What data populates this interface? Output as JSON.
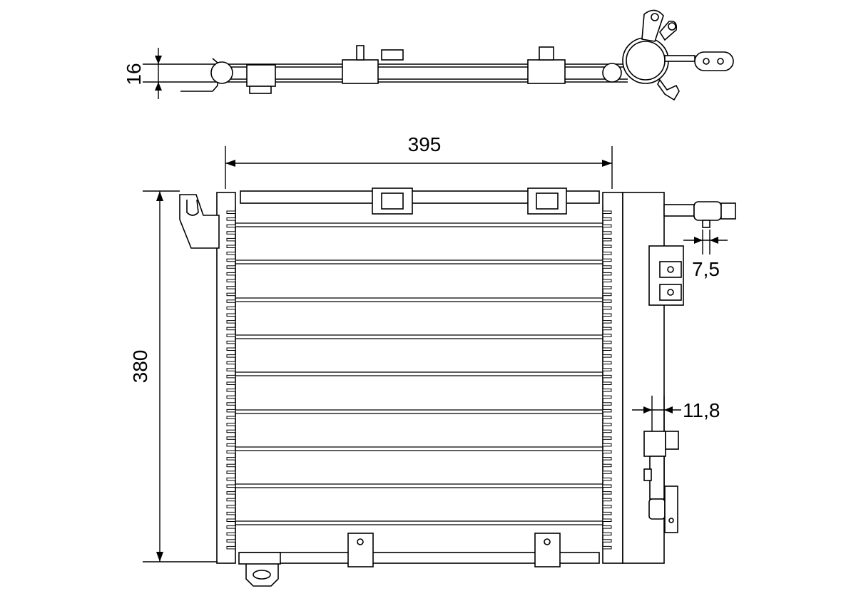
{
  "dimensions": {
    "width": "395",
    "height": "380",
    "core_depth": "16",
    "port_a": "7,5",
    "port_b": "11,8"
  }
}
